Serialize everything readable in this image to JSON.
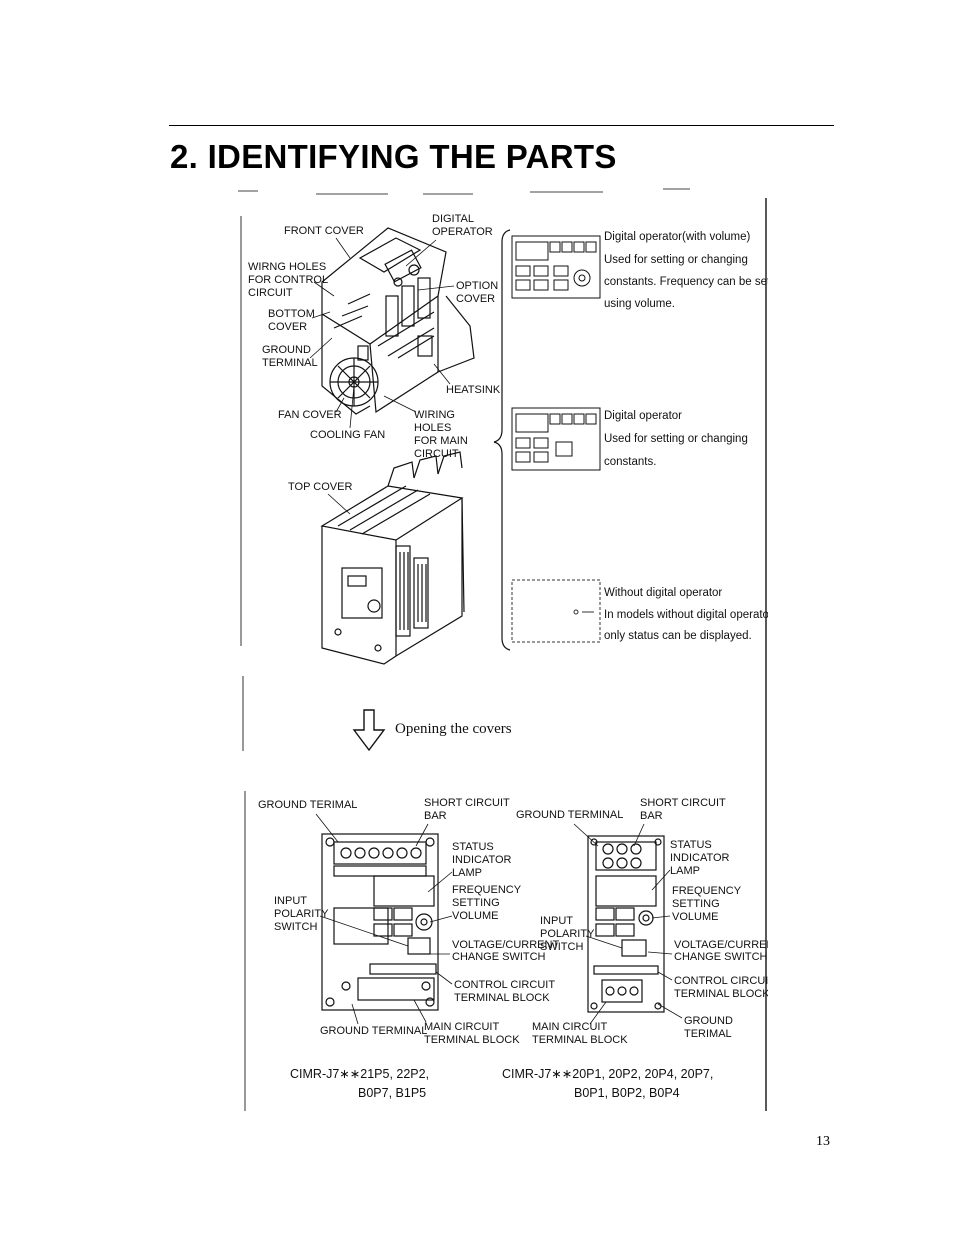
{
  "heading": {
    "title": "2.  IDENTIFYING THE PARTS"
  },
  "figure": {
    "top_view_labels": {
      "front_cover": "FRONT COVER",
      "digital_operator": [
        "DIGITAL",
        "OPERATOR"
      ],
      "wiring_holes_control": [
        "WIRNG HOLES",
        "FOR CONTROL",
        "CIRCUIT"
      ],
      "option_cover": [
        "OPTION",
        "COVER"
      ],
      "bottom_cover": [
        "BOTTOM",
        "COVER"
      ],
      "ground_terminal": [
        "GROUND",
        "TERMINAL"
      ],
      "heatsink": "HEATSINK",
      "fan_cover": "FAN  COVER",
      "cooling_fan": "COOLING FAN",
      "wiring_holes_main": [
        "WIRING",
        "HOLES",
        "FOR MAIN",
        "CIRCUIT"
      ],
      "top_cover": "TOP COVER"
    },
    "operator_variants": [
      {
        "lines": [
          "Digital operator(with volume)",
          "Used for setting or changing",
          "constants. Frequency can be set",
          "using volume."
        ]
      },
      {
        "lines": [
          "Digital operator",
          "Used for setting or changing",
          "constants."
        ]
      },
      {
        "lines": [
          "Without digital operator",
          "In models without digital operator,",
          "only status can be displayed."
        ]
      }
    ],
    "opening_caption": "Opening the covers",
    "left_unit": {
      "ground_terimal": "GROUND TERIMAL",
      "short_circuit_bar": [
        "SHORT CIRCUIT",
        "BAR"
      ],
      "status_lamp": [
        "STATUS",
        "INDICATOR",
        "LAMP"
      ],
      "frequency_volume": [
        "FREQUENCY",
        "SETTING",
        "VOLUME"
      ],
      "input_polarity": [
        "INPUT",
        "POLARITY",
        "SWITCH"
      ],
      "voltage_current": [
        "VOLTAGE/CURRENT",
        "CHANGE SWITCH"
      ],
      "control_block": [
        "CONTROL CIRCUIT",
        "TERMINAL  BLOCK"
      ],
      "ground_terminal_bottom": "GROUND TERMINAL",
      "main_block": [
        "MAIN CIRCUIT",
        "TERMINAL BLOCK"
      ],
      "model": [
        "CIMR-J7∗∗21P5, 22P2,",
        "B0P7, B1P5"
      ]
    },
    "right_unit": {
      "ground_terminal": "GROUND TERMINAL",
      "short_circuit_bar": [
        "SHORT CIRCUIT",
        "BAR"
      ],
      "status_lamp": [
        "STATUS",
        "INDICATOR",
        "LAMP"
      ],
      "frequency_volume": [
        "FREQUENCY",
        "SETTING",
        "VOLUME"
      ],
      "input_polarity": [
        "INPUT",
        "POLARITY",
        "SWITCH"
      ],
      "voltage_current": [
        "VOLTAGE/CURRENT",
        "CHANGE SWITCH"
      ],
      "control_block": [
        "CONTROL CIRCUIT",
        "TERMINAL BLOCK"
      ],
      "ground_terimal": [
        "GROUND",
        "TERIMAL"
      ],
      "main_block": [
        "MAIN CIRCUIT",
        "TERMINAL BLOCK"
      ],
      "model": [
        "CIMR-J7∗∗20P1, 20P2, 20P4, 20P7,",
        "B0P1, B0P2, B0P4"
      ]
    }
  },
  "page_number": "13"
}
